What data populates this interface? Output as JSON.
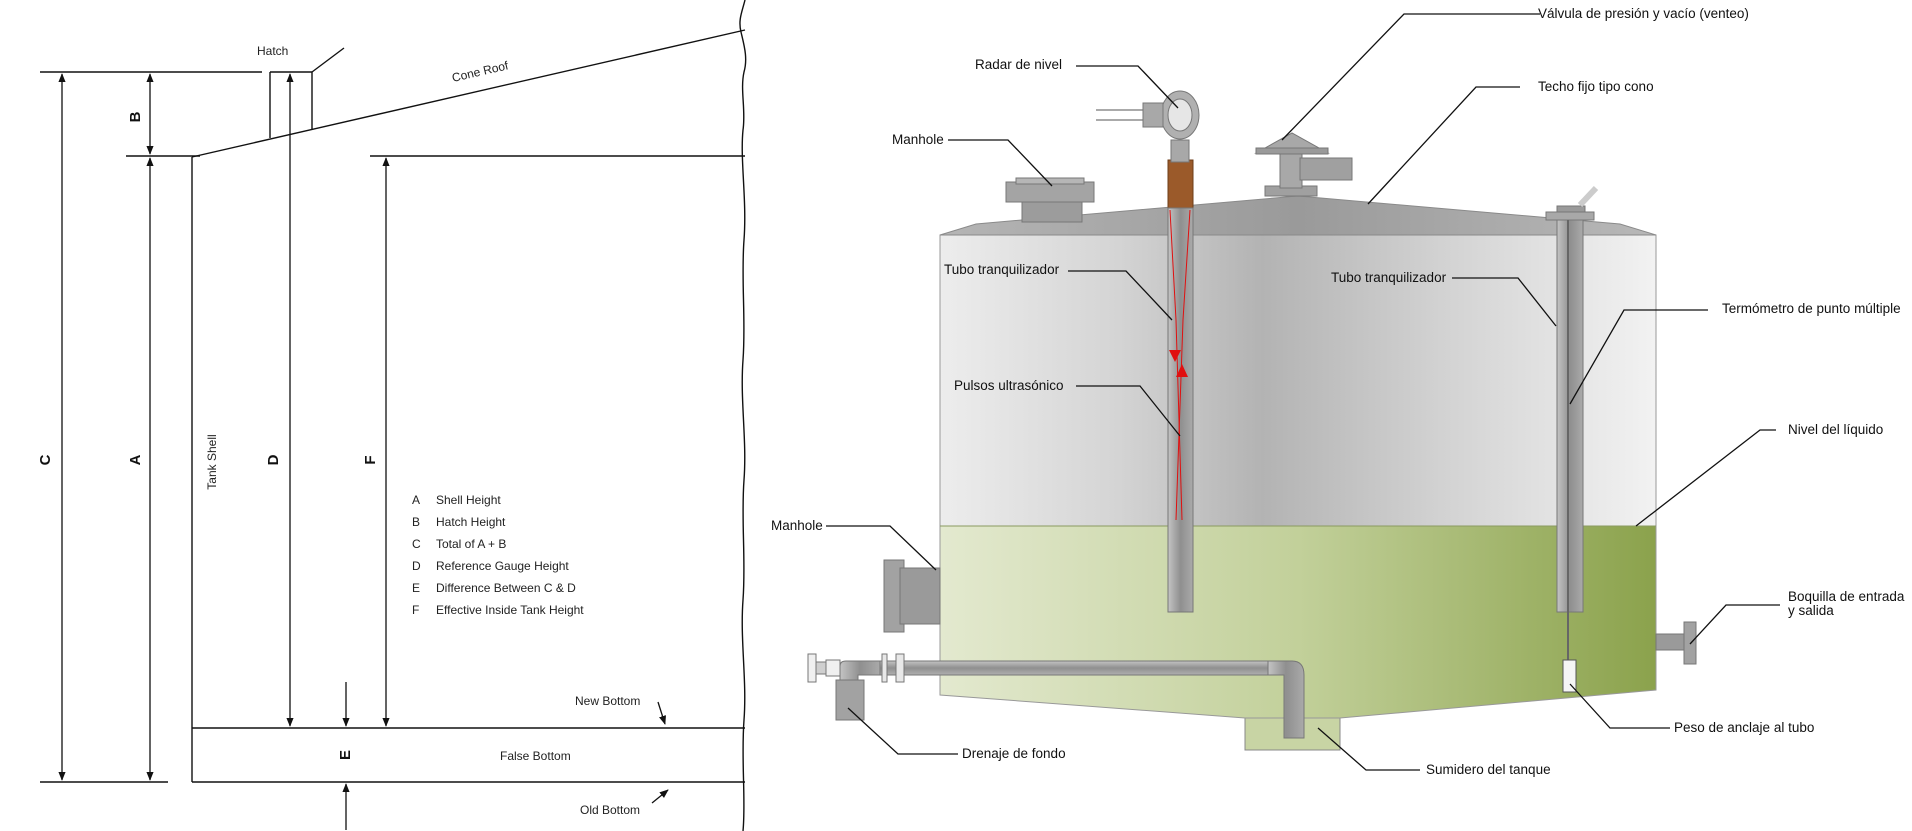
{
  "left_diagram": {
    "labels": {
      "hatch": "Hatch",
      "cone_roof": "Cone Roof",
      "tank_shell": "Tank Shell",
      "new_bottom": "New Bottom",
      "false_bottom": "False Bottom",
      "old_bottom": "Old Bottom"
    },
    "dimension_letters": {
      "a": "A",
      "b": "B",
      "c": "C",
      "d": "D",
      "e": "E",
      "f": "F"
    },
    "legend": [
      {
        "key": "A",
        "text": "Shell Height"
      },
      {
        "key": "B",
        "text": "Hatch Height"
      },
      {
        "key": "C",
        "text": "Total of A + B"
      },
      {
        "key": "D",
        "text": "Reference Gauge Height"
      },
      {
        "key": "E",
        "text": "Difference Between C & D"
      },
      {
        "key": "F",
        "text": "Effective Inside Tank Height"
      }
    ]
  },
  "right_diagram": {
    "labels": {
      "valvula": "Válvula de presión y vacío (venteo)",
      "techo": "Techo fijo tipo cono",
      "radar": "Radar de nivel",
      "manhole_top": "Manhole",
      "tubo_left": "Tubo tranquilizador",
      "tubo_right": "Tubo tranquilizador",
      "termometro": "Termómetro de punto múltiple",
      "pulsos": "Pulsos ultrasónico",
      "nivel_liquido": "Nivel del líquido",
      "manhole_side": "Manhole",
      "boquilla_1": "Boquilla de entrada",
      "boquilla_2": "y salida",
      "peso": "Peso de anclaje al tubo",
      "drenaje": "Drenaje de fondo",
      "sumidero": "Sumidero del tanque"
    },
    "colors": {
      "shell_light": "#e9e9e9",
      "shell_mid": "#b8b8b8",
      "liquid_light": "#e2e8cc",
      "liquid_dark": "#8ea34e",
      "metal": "#9a9a9a",
      "radar_body": "#9b5a2a",
      "ultrasonic": "#e01010"
    }
  }
}
